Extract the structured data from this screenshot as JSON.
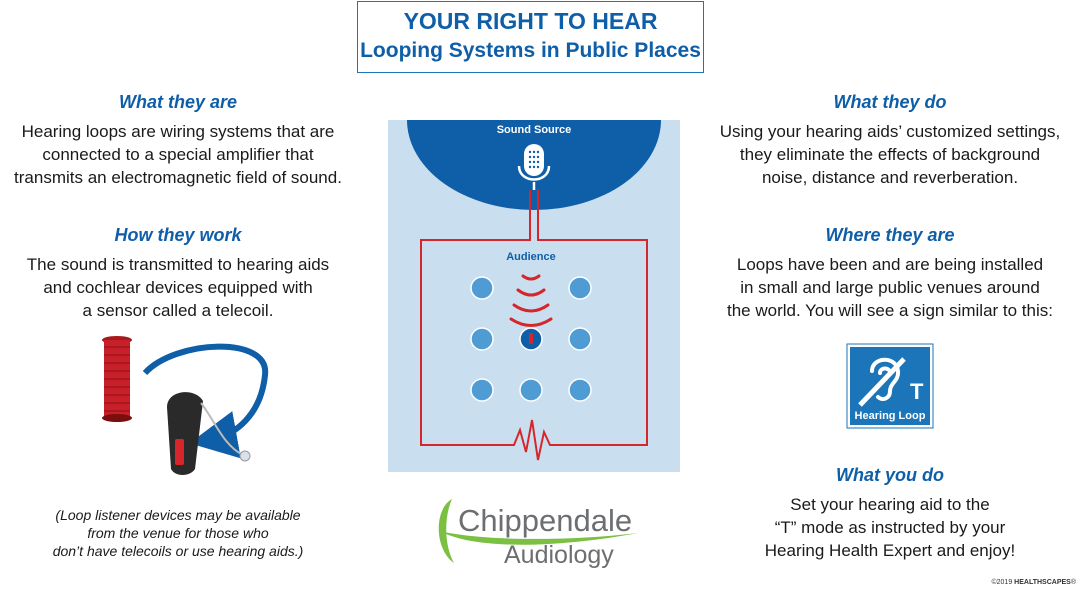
{
  "title": {
    "main": "YOUR RIGHT TO HEAR",
    "sub": "Looping Systems in Public Places"
  },
  "left": {
    "what_they_are": {
      "heading": "What they are",
      "lines": [
        "Hearing loops are wiring systems that are",
        "connected to a special amplifier that",
        "transmits an electromagnetic field of sound."
      ]
    },
    "how_they_work": {
      "heading": "How they work",
      "lines": [
        "The sound is transmitted to hearing aids",
        "and cochlear devices equipped with",
        "a sensor called a telecoil."
      ]
    },
    "note": {
      "lines": [
        "(Loop listener devices may be available",
        "from the venue for those who",
        "don’t have telecoils or use hearing aids.)"
      ]
    }
  },
  "right": {
    "what_they_do": {
      "heading": "What they do",
      "lines": [
        "Using your hearing aids’ customized settings,",
        "they eliminate the effects of background",
        "noise, distance and reverberation."
      ]
    },
    "where_they_are": {
      "heading": "Where they are",
      "lines": [
        "Loops have been and are being installed",
        "in small and large public venues around",
        "the world. You will see a sign similar to this:"
      ]
    },
    "what_you_do": {
      "heading": "What you do",
      "lines": [
        "Set your hearing aid to the",
        "“T” mode as instructed by your",
        "Hearing Health Expert and enjoy!"
      ]
    }
  },
  "diagram": {
    "sound_source_label": "Sound Source",
    "audience_label": "Audience",
    "colors": {
      "panel": "#c9dfef",
      "dome": "#0f5ea8",
      "wire": "#d6262b",
      "seat": "#4f9bd4"
    }
  },
  "sign": {
    "letter": "T",
    "label": "Hearing Loop"
  },
  "logo": {
    "line1": "Chippendale",
    "line2": "Audiology"
  },
  "copyright": {
    "prefix": "©2019 ",
    "brand": "HEALTHSCAPES",
    "suffix": "®"
  }
}
